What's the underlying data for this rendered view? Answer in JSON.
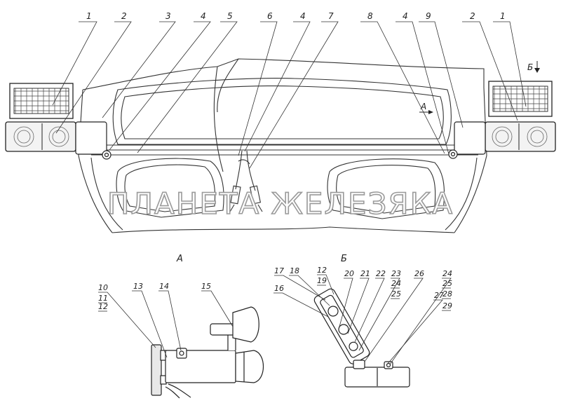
{
  "main_view": {
    "callouts": [
      "1",
      "2",
      "3",
      "4",
      "5",
      "6",
      "4",
      "7",
      "8",
      "4",
      "9",
      "2",
      "1"
    ],
    "view_arrow_b": "Б",
    "section_a_marker": "А"
  },
  "watermark": "ПЛАНЕТА ЖЕЛЕЗЯКА",
  "detail_a": {
    "title": "А",
    "callouts": [
      "10",
      "11",
      "12",
      "13",
      "14",
      "15"
    ]
  },
  "detail_b": {
    "title": "Б",
    "callouts": [
      "17",
      "18",
      "12",
      "19",
      "16",
      "20",
      "21",
      "22",
      "23",
      "24",
      "25",
      "26",
      "27",
      "24",
      "25",
      "28",
      "29"
    ]
  }
}
